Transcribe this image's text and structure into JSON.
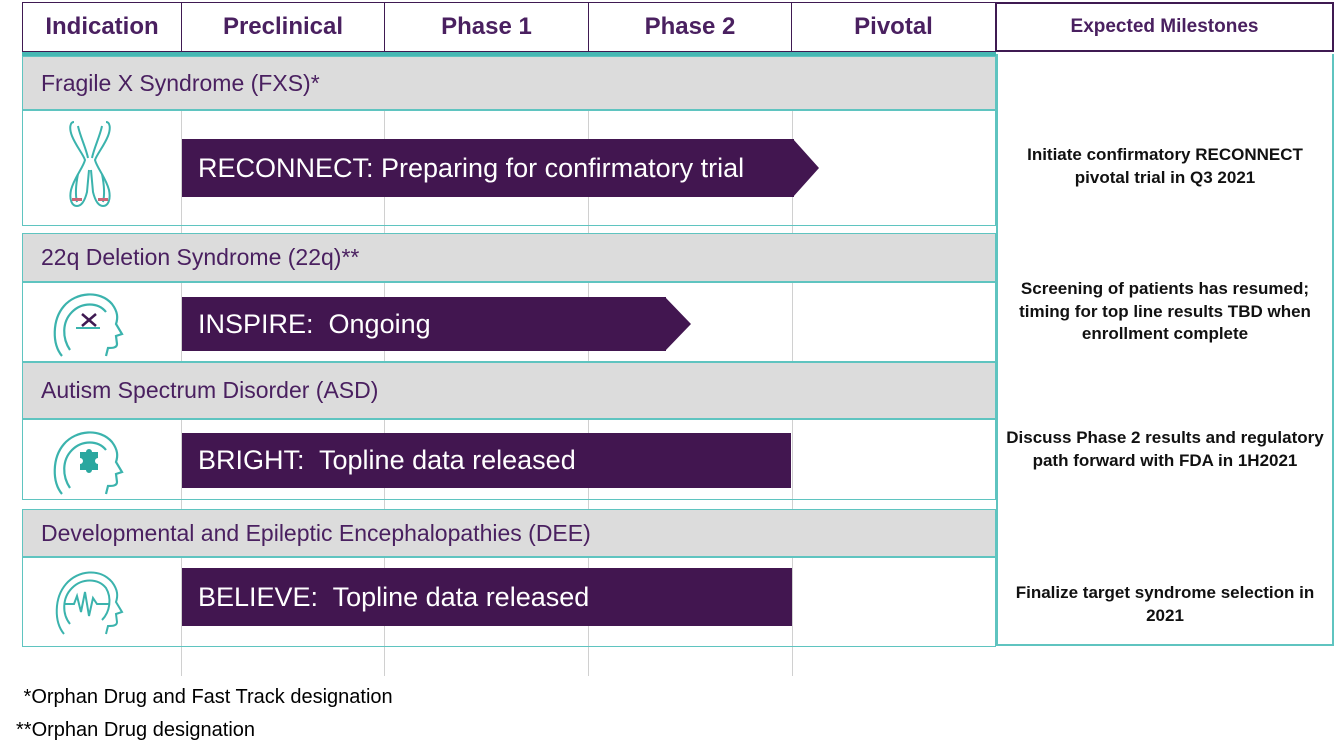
{
  "headers": {
    "indication": "Indication",
    "preclinical": "Preclinical",
    "phase1": "Phase 1",
    "phase2": "Phase 2",
    "pivotal": "Pivotal",
    "milestones": "Expected Milestones"
  },
  "programs": [
    {
      "indication": "Fragile X Syndrome (FXS)*",
      "bar_label": "RECONNECT: Preparing for confirmatory trial",
      "icon": "chromosome-icon",
      "milestone": "Initiate confirmatory RECONNECT pivotal trial  in Q3 2021"
    },
    {
      "indication": "22q Deletion Syndrome (22q)**",
      "bar_label": "INSPIRE:  Ongoing",
      "icon": "head-chromosome-icon",
      "milestone": "Screening of patients has resumed; timing for top line results TBD when enrollment complete"
    },
    {
      "indication": "Autism Spectrum Disorder (ASD)",
      "bar_label": "BRIGHT:  Topline data released",
      "icon": "head-puzzle-icon",
      "milestone": "Discuss Phase 2 results and regulatory path forward with FDA in 1H2021"
    },
    {
      "indication": "Developmental and Epileptic Encephalopathies (DEE)",
      "bar_label": "BELIEVE:  Topline data released",
      "icon": "head-brainwave-icon",
      "milestone": "Finalize target syndrome selection in 2021"
    }
  ],
  "footnotes": {
    "f1": " *Orphan Drug and Fast Track designation",
    "f2": "**Orphan Drug designation"
  },
  "colors": {
    "bar": "#421650",
    "header_text": "#4a2060",
    "teal": "#5fc4c0",
    "category_bg": "#dcdcdc"
  }
}
